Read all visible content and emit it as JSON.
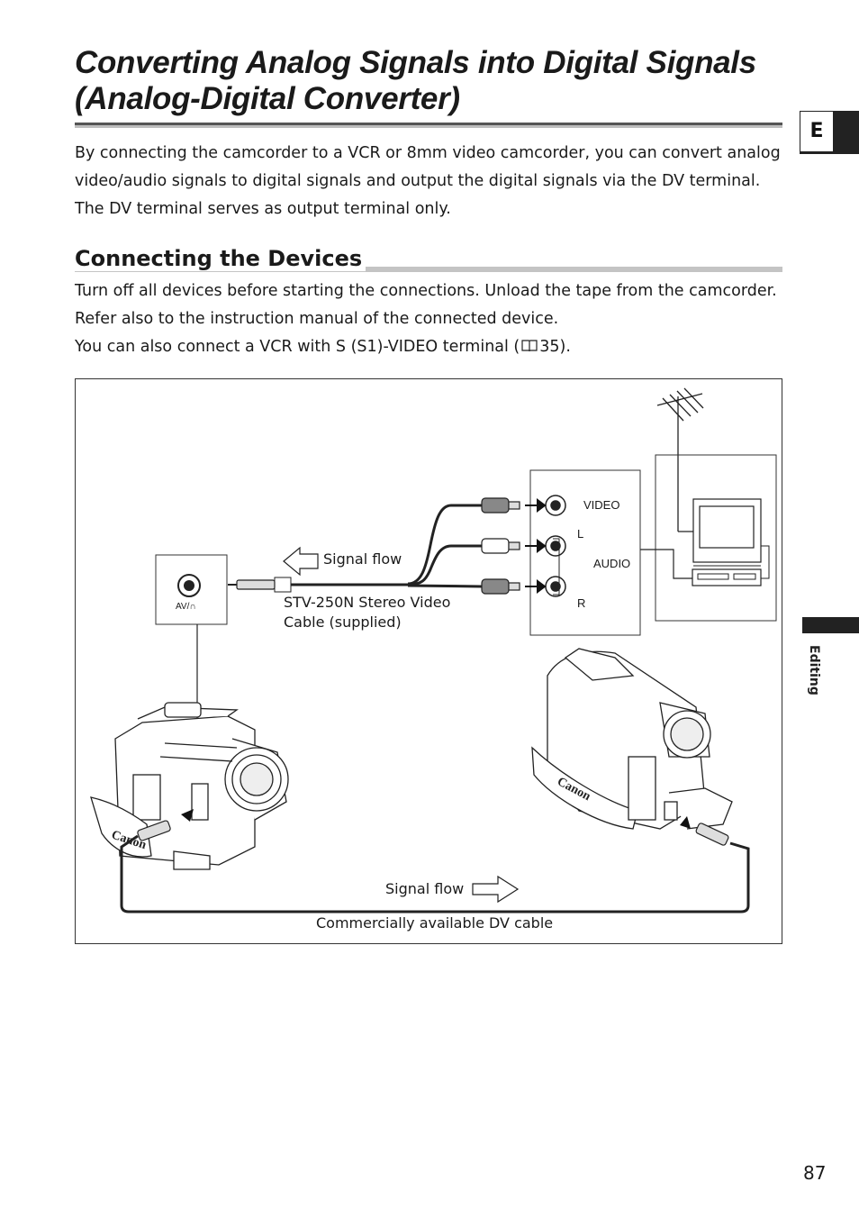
{
  "page": {
    "title_line1": "Converting Analog Signals into Digital Signals",
    "title_line2": "(Analog-Digital Converter)",
    "lang_tab": "E",
    "intro": "By connecting the camcorder to a VCR or 8mm video camcorder, you can convert analog video/audio signals to digital signals and output the digital signals via the DV terminal. The DV terminal serves as output terminal only.",
    "section_title": "Connecting the Devices",
    "body_line1": "Turn off all devices before starting the connections. Unload the tape from the camcorder. Refer also to the instruction manual of the connected device.",
    "body_line2_prefix": "You can also connect a VCR with S (S1)-VIDEO terminal (",
    "body_line2_ref": "35).",
    "side_label": "Editing",
    "page_number": "87"
  },
  "figure": {
    "av_label": "AV/∩",
    "signal_flow_top": "Signal flow",
    "cable_label_line1": "STV-250N Stereo Video",
    "cable_label_line2": "Cable (supplied)",
    "video_label": "VIDEO",
    "l_label": "L",
    "audio_label": "AUDIO",
    "r_label": "R",
    "signal_flow_bottom": "Signal flow",
    "dv_cable_label": "Commercially available DV cable",
    "brand_left": "Canon",
    "brand_right": "Canon"
  },
  "icons": [
    "book-icon",
    "antenna-icon",
    "tv-icon",
    "vcr-icon",
    "camcorder-icon",
    "arrow-left-icon",
    "arrow-right-icon"
  ]
}
